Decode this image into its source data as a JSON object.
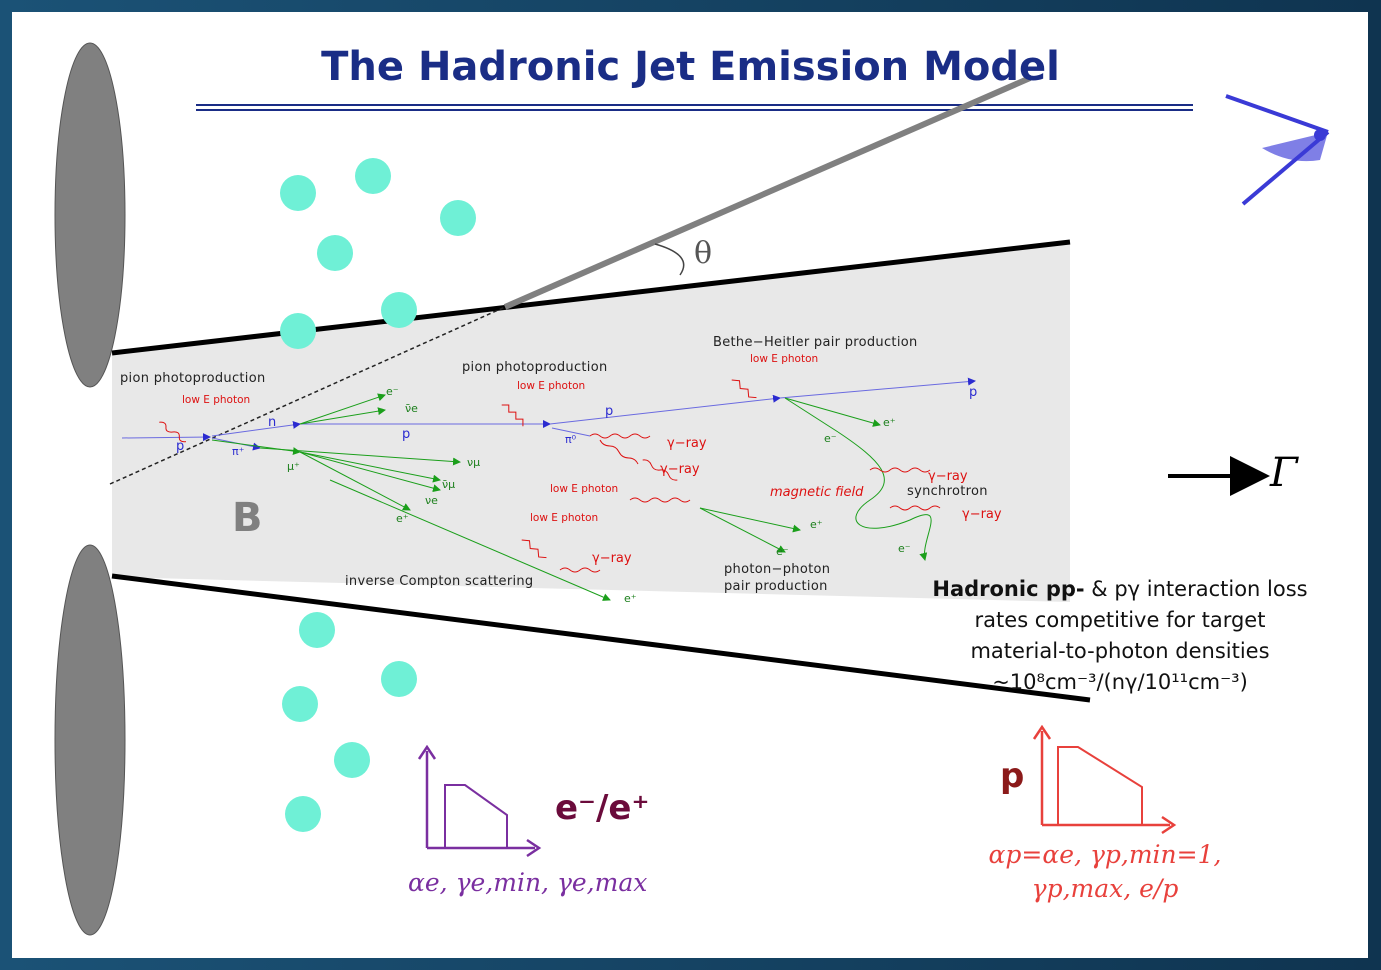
{
  "title": "The Hadronic Jet Emission Model",
  "theta_label": "θ",
  "bulk_label": "Γ",
  "field_label": "B",
  "processes": {
    "pion1_title": "pion photoproduction",
    "pion1_lowE": "low E photon",
    "pion2_title": "pion photoproduction",
    "pion2_lowE": "low E photon",
    "bh_title": "Bethe−Heitler pair production",
    "bh_lowE": "low E photon",
    "ic_title": "inverse Compton scattering",
    "ic_lowE": "low E photon",
    "pp_title_1": "photon−photon",
    "pp_title_2": "pair production",
    "pp_lowE": "low E photon",
    "synchrotron": "synchrotron",
    "magnetic_field": "magnetic field",
    "gamma_ray": "γ−ray"
  },
  "particles": {
    "p": "p",
    "n": "n",
    "pi_plus": "π⁺",
    "pi_zero": "π⁰",
    "mu_plus": "μ⁺",
    "e_minus": "e⁻",
    "e_plus": "e⁺",
    "nu_e": "ν̄e",
    "nu_mu": "νμ",
    "nu_mu_bar": "ν̄μ",
    "nu_e2": "νe"
  },
  "note": {
    "bold": "Hadronic pp-",
    "line1_rest": " & pγ interaction loss",
    "line2": "rates competitive for target",
    "line3": "material-to-photon densities",
    "line4": "~10⁸cm⁻³/(nγ/10¹¹cm⁻³)"
  },
  "electron_spectrum": {
    "label": "e⁻/e⁺",
    "params": "αe, γe,min, γe,max",
    "color": "#7a2fa0"
  },
  "proton_spectrum": {
    "label": "p",
    "params_line1": "αp=αe, γp,min=1,",
    "params_line2": "γp,max, e/p",
    "color": "#e8413c"
  },
  "colors": {
    "title": "#1a2d86",
    "blobs": "#6ff0d6",
    "jet_fill": "#e8e8e8",
    "lobes": "#808080",
    "observer": "#3a3ad6"
  }
}
